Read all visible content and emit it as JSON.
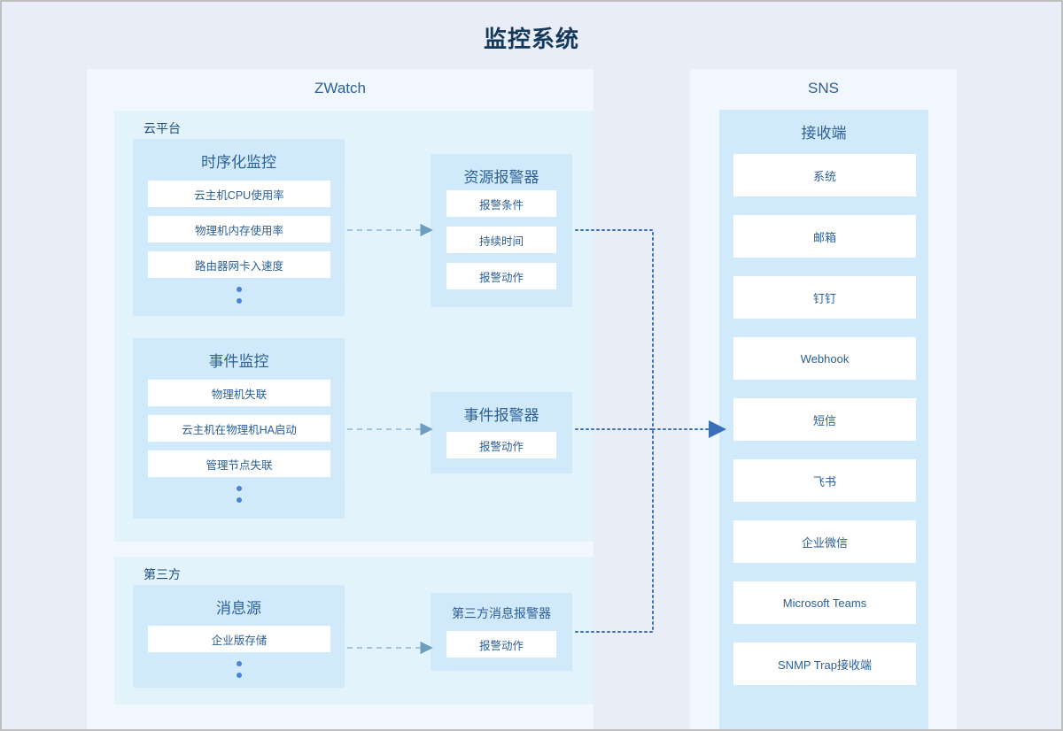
{
  "title": "监控系统",
  "panels": {
    "zwatch": {
      "title": "ZWatch"
    },
    "sns": {
      "title": "SNS"
    }
  },
  "groups": {
    "cloud_platform": {
      "label": "云平台"
    },
    "third_party": {
      "label": "第三方"
    }
  },
  "cards": {
    "timeseries_monitor": {
      "title": "时序化监控",
      "items": [
        "云主机CPU使用率",
        "物理机内存使用率",
        "路由器网卡入速度"
      ],
      "ellipsis": true
    },
    "event_monitor": {
      "title": "事件监控",
      "items": [
        "物理机失联",
        "云主机在物理机HA启动",
        "管理节点失联"
      ],
      "ellipsis": true
    },
    "message_source": {
      "title": "消息源",
      "items": [
        "企业版存储"
      ],
      "ellipsis": true
    },
    "resource_alarm": {
      "title": "资源报警器",
      "items": [
        "报警条件",
        "持续时间",
        "报警动作"
      ]
    },
    "event_alarm": {
      "title": "事件报警器",
      "items": [
        "报警动作"
      ]
    },
    "third_party_alarm": {
      "title": "第三方消息报警器",
      "items": [
        "报警动作"
      ]
    },
    "receiver": {
      "title": "接收端",
      "items": [
        "系统",
        "邮箱",
        "钉钉",
        "Webhook",
        "短信",
        "飞书",
        "企业微信",
        "Microsoft Teams",
        "SNMP Trap接收端"
      ]
    }
  },
  "colors": {
    "background": "#e8edf7",
    "panel": "#f0f7fe",
    "group": "#e3f3fc",
    "card": "#d0e9fb",
    "item": "#ffffff",
    "title_text": "#15395b",
    "heading_text": "#2d6196",
    "item_text": "#2b5f93",
    "dashed_arrow": "#8fb4d0",
    "dotted_arrow": "#3a6fb8",
    "bullet_dot": "#4a83d6"
  }
}
